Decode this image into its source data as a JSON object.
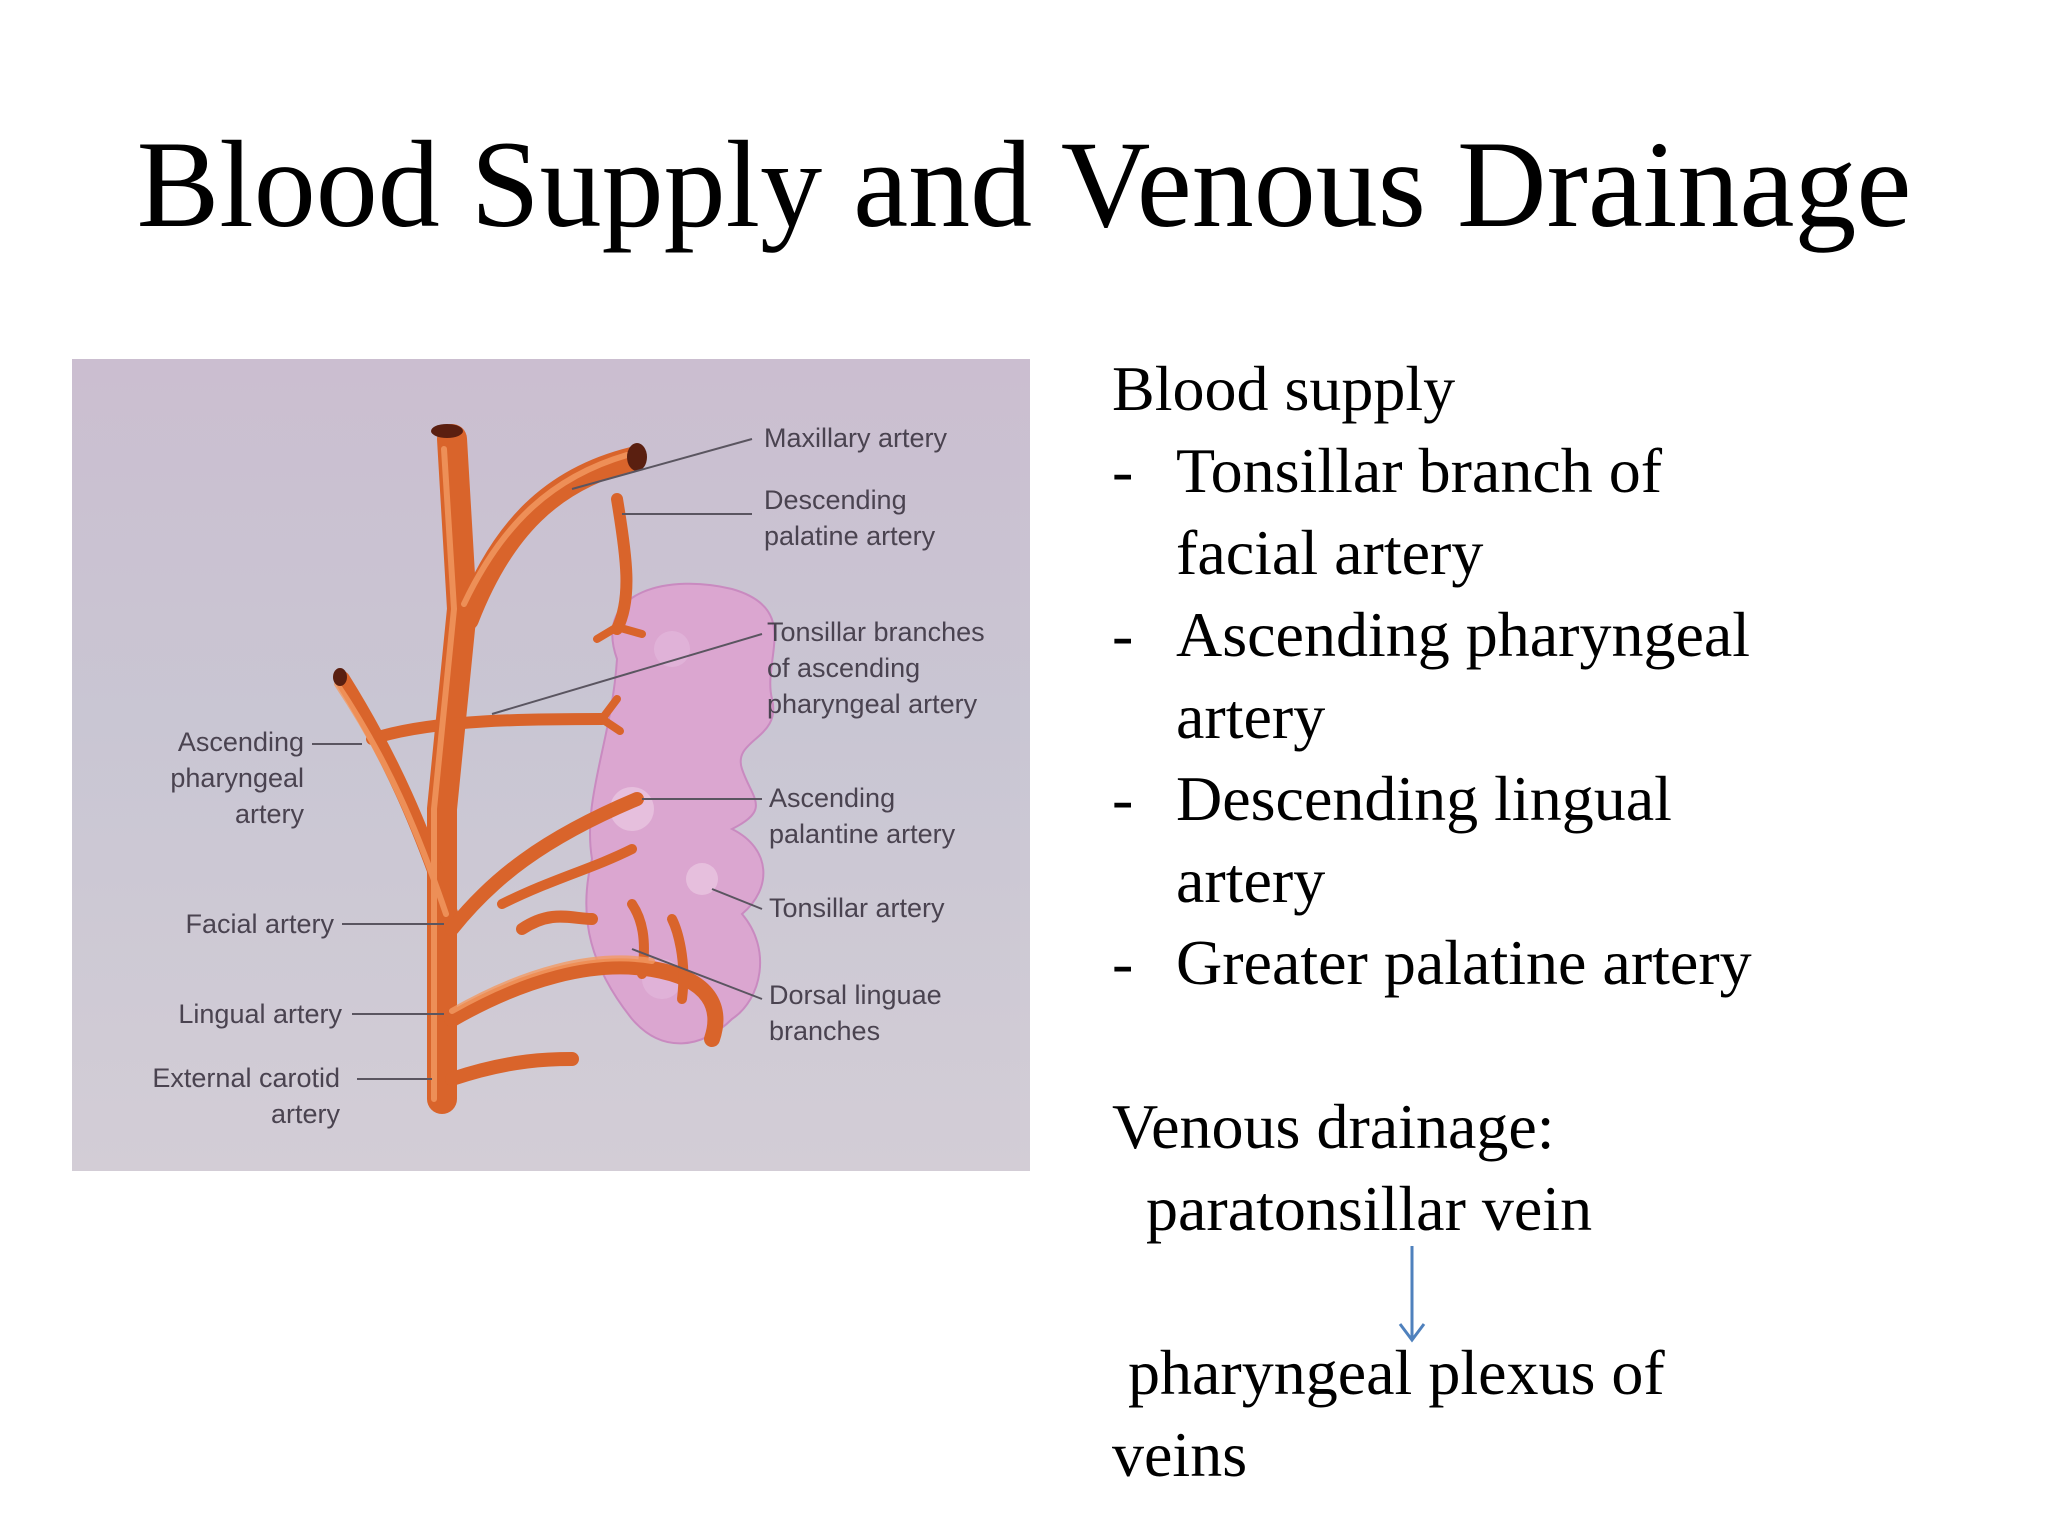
{
  "slide": {
    "title": "Blood Supply and Venous Drainage"
  },
  "figure": {
    "labels": {
      "maxillary": "Maxillary artery",
      "desc_palatine_1": "Descending",
      "desc_palatine_2": "palatine artery",
      "tonsillar_branches_1": "Tonsillar branches",
      "tonsillar_branches_2": "of ascending",
      "tonsillar_branches_3": "pharyngeal artery",
      "asc_pharyngeal_1": "Ascending",
      "asc_pharyngeal_2": "pharyngeal",
      "asc_pharyngeal_3": "artery",
      "asc_palatine_1": "Ascending",
      "asc_palatine_2": "palantine artery",
      "facial": "Facial artery",
      "tonsillar": "Tonsillar artery",
      "lingual": "Lingual artery",
      "dorsal_1": "Dorsal linguae",
      "dorsal_2": "branches",
      "ext_carotid_1": "External carotid",
      "ext_carotid_2": "artery"
    },
    "colors": {
      "artery": "#d9642b",
      "artery_highlight": "#f29a63",
      "tonsil": "#dba6d0",
      "background": "#c9c6d3"
    }
  },
  "text": {
    "blood_supply_heading": "Blood supply",
    "bullet_marker": "-",
    "items": [
      [
        "Tonsillar branch of",
        "facial artery"
      ],
      [
        "Ascending pharyngeal",
        "artery"
      ],
      [
        "Descending lingual",
        "artery"
      ],
      [
        "Greater palatine artery"
      ]
    ],
    "venous_heading": "Venous drainage:",
    "venous_from": "paratonsillar vein",
    "venous_to_1": "pharyngeal plexus of",
    "venous_to_2": "veins",
    "arrow_color": "#4f81bd"
  }
}
